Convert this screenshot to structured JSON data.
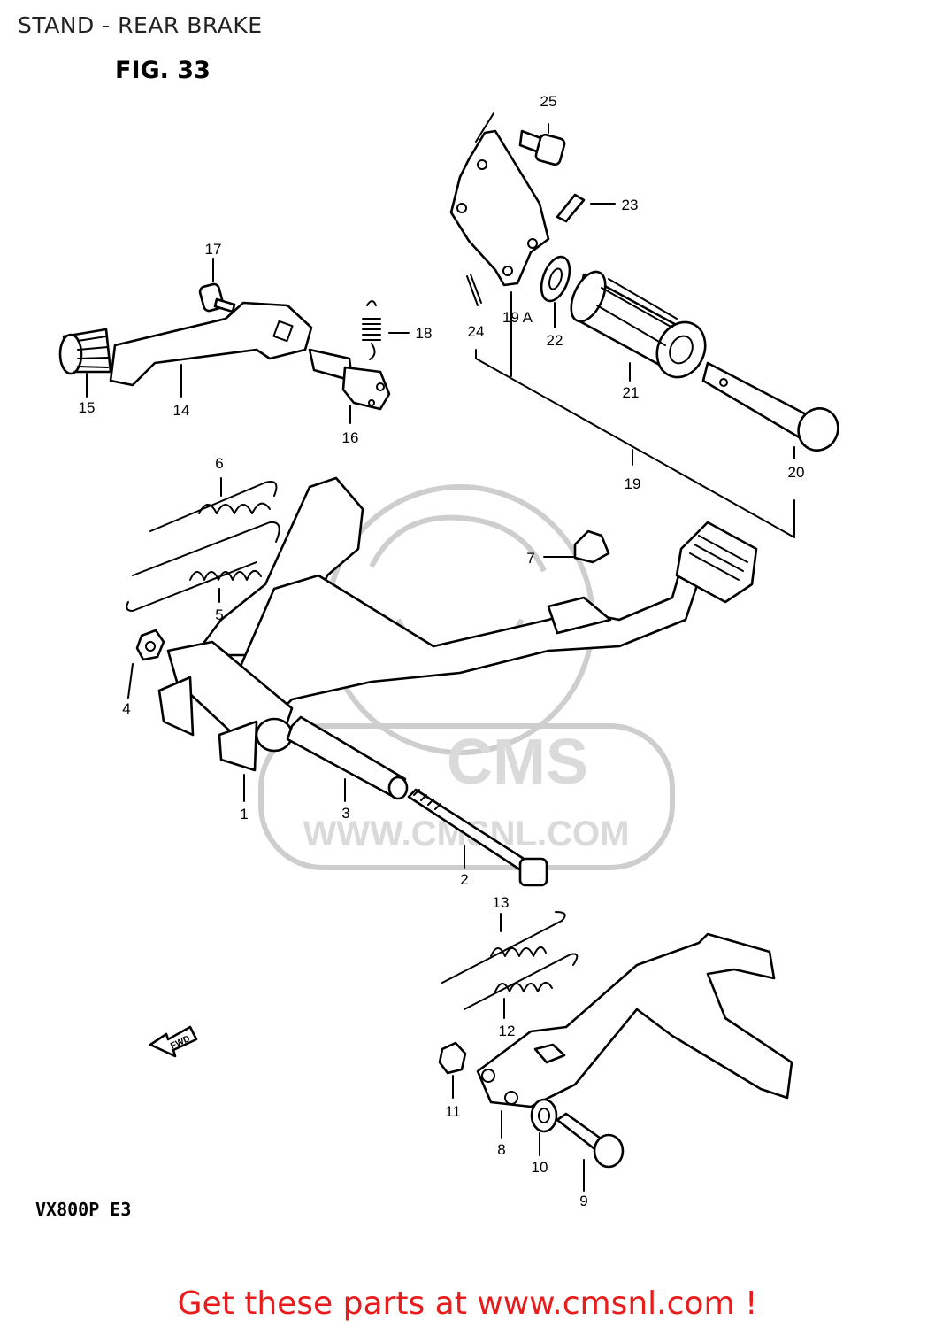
{
  "page": {
    "title": "STAND - REAR BRAKE",
    "figure": "FIG. 33",
    "model": "VX800P  E3",
    "call_to_action": "Get these parts at www.cmsnl.com !"
  },
  "watermark": {
    "brand": "CMS",
    "url": "WWW.CMSNL.COM"
  },
  "fwd_label": "FWD",
  "part_labels": [
    "1",
    "2",
    "3",
    "4",
    "5",
    "6",
    "7",
    "8",
    "9",
    "10",
    "11",
    "12",
    "13",
    "14",
    "15",
    "16",
    "17",
    "18",
    "19",
    "19 A",
    "20",
    "21",
    "22",
    "23",
    "24",
    "25"
  ]
}
